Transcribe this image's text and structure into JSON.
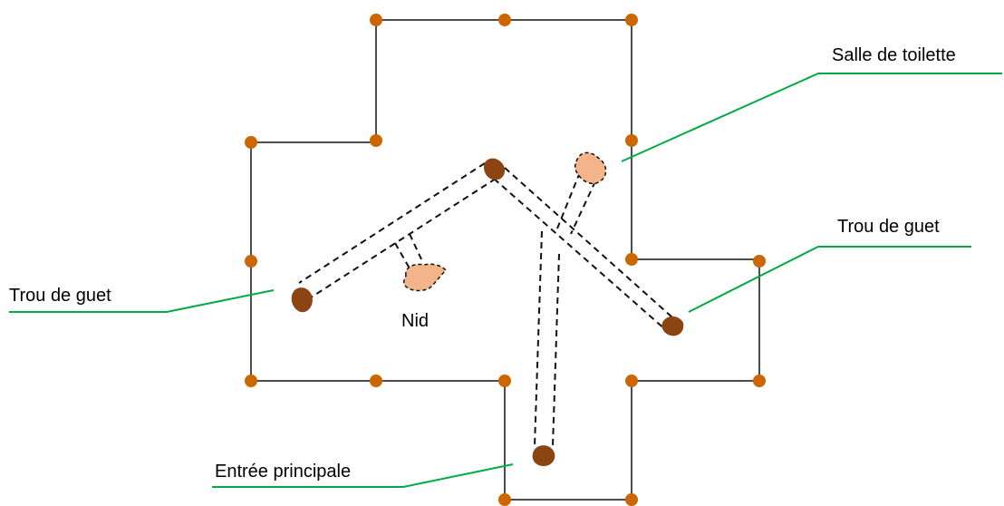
{
  "labels": {
    "toilet": "Salle de toilette",
    "lookout_right": "Trou de guet",
    "lookout_left": "Trou de guet",
    "nest": "Nid",
    "main_entrance": "Entrée principale"
  },
  "colors": {
    "wall": "#4d4d4d",
    "corner_dot": "#cc6600",
    "leader_line": "#00aa44",
    "tunnel": "#111111",
    "hole": "#8b4513",
    "chamber": "#f4b48a"
  }
}
